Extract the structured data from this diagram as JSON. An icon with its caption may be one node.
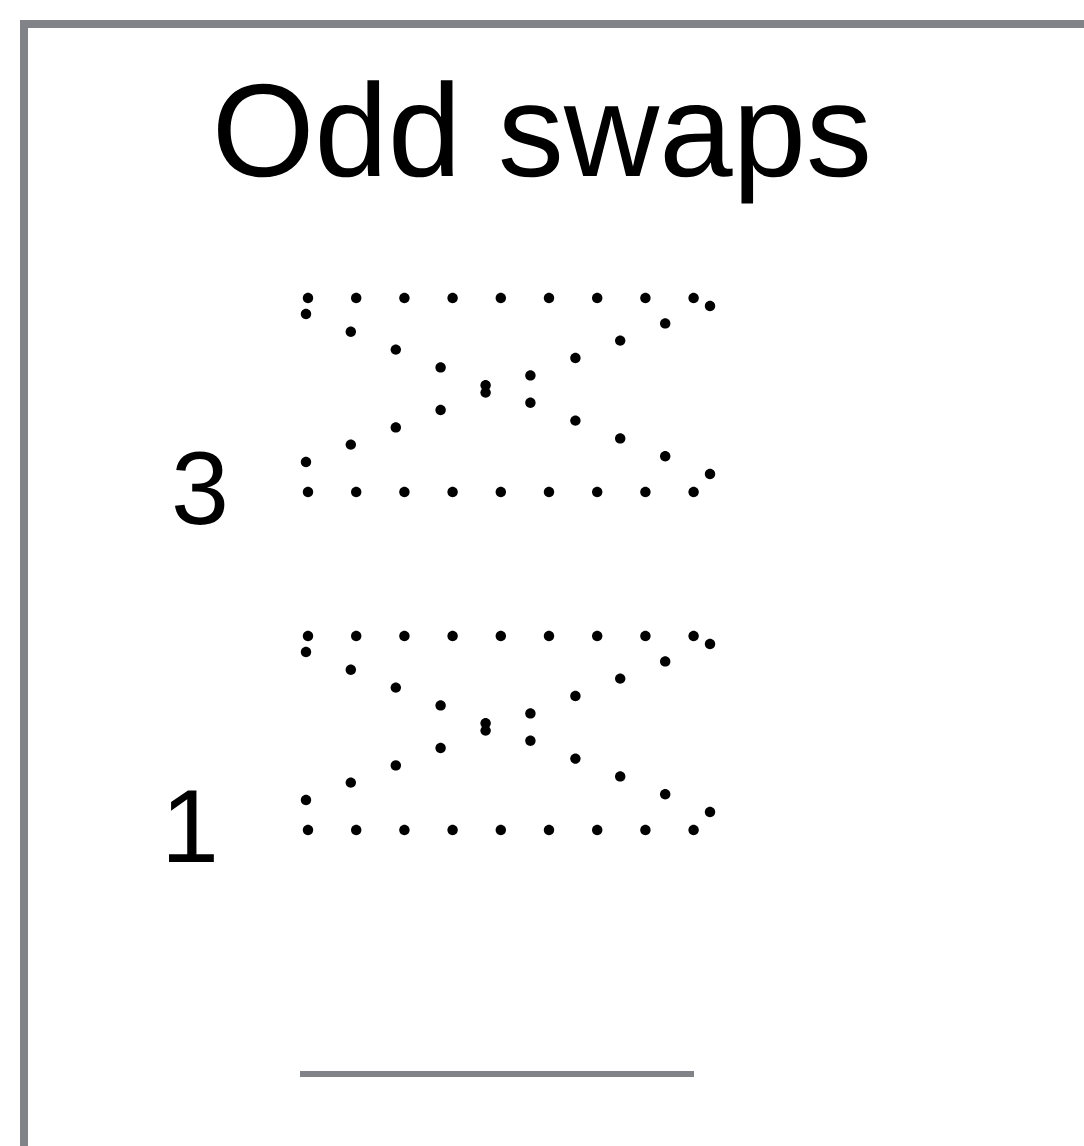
{
  "diagram": {
    "title": "Odd swaps",
    "labels": [
      "3",
      "1"
    ]
  }
}
